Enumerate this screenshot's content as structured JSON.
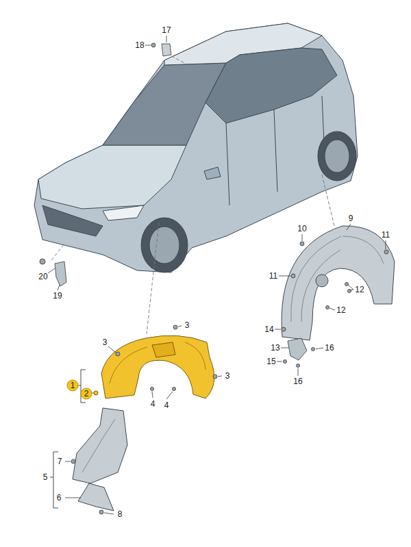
{
  "diagram": {
    "labels": [
      "17",
      "18",
      "10",
      "9",
      "11",
      "20",
      "19",
      "11",
      "12",
      "12",
      "3",
      "3",
      "1",
      "2",
      "3",
      "4",
      "4",
      "14",
      "13",
      "16",
      "15",
      "16",
      "7",
      "5",
      "6",
      "8"
    ]
  }
}
